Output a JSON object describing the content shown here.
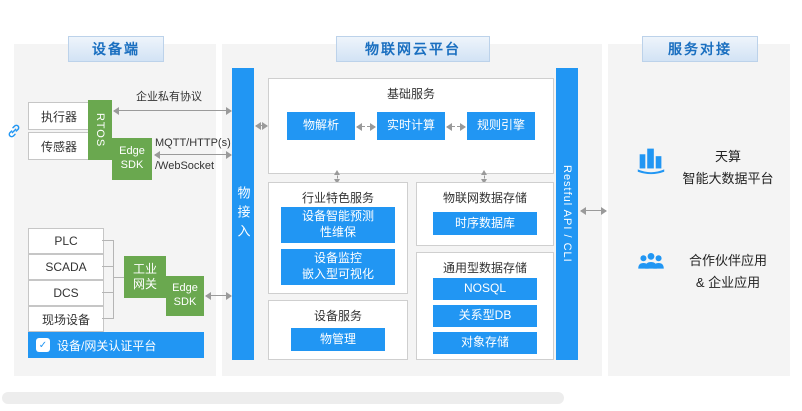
{
  "colors": {
    "blue": "#2196f3",
    "green": "#6aa84f",
    "header_text": "#1a6fc0",
    "panel_bg": "#f4f4f4"
  },
  "icons": {
    "check": "✓"
  },
  "headers": {
    "device": "设备端",
    "platform": "物联网云平台",
    "services": "服务对接"
  },
  "device_side": {
    "actuator": "执行器",
    "sensor": "传感器",
    "rtos": "RTOS",
    "edge_sdk_top": "Edge\nSDK",
    "private_protocol": "企业私有协议",
    "mqtt": "MQTT/HTTP(s)",
    "websocket": "/WebSocket",
    "plc": "PLC",
    "scada": "SCADA",
    "dcs": "DCS",
    "field_device": "现场设备",
    "gateway": "工业\n网关",
    "edge_sdk_bottom": "Edge\nSDK",
    "auth_platform": "设备/网关认证平台"
  },
  "platform": {
    "access": "物接入",
    "base": {
      "title": "基础服务",
      "items": [
        "物解析",
        "实时计算",
        "规则引擎"
      ]
    },
    "industry": {
      "title": "行业特色服务",
      "items": [
        "设备智能预测\n性维保",
        "设备监控\n嵌入型可视化"
      ]
    },
    "device_service": {
      "title": "设备服务",
      "items": [
        "物管理"
      ]
    },
    "iot_storage": {
      "title": "物联网数据存储",
      "items": [
        "时序数据库"
      ]
    },
    "general_storage": {
      "title": "通用型数据存储",
      "items": [
        "NOSQL",
        "关系型DB",
        "对象存储"
      ]
    },
    "api": "Restful API / CLI"
  },
  "services": {
    "bigdata": "天算\n智能大数据平台",
    "partner": "合作伙伴应用\n& 企业应用"
  }
}
